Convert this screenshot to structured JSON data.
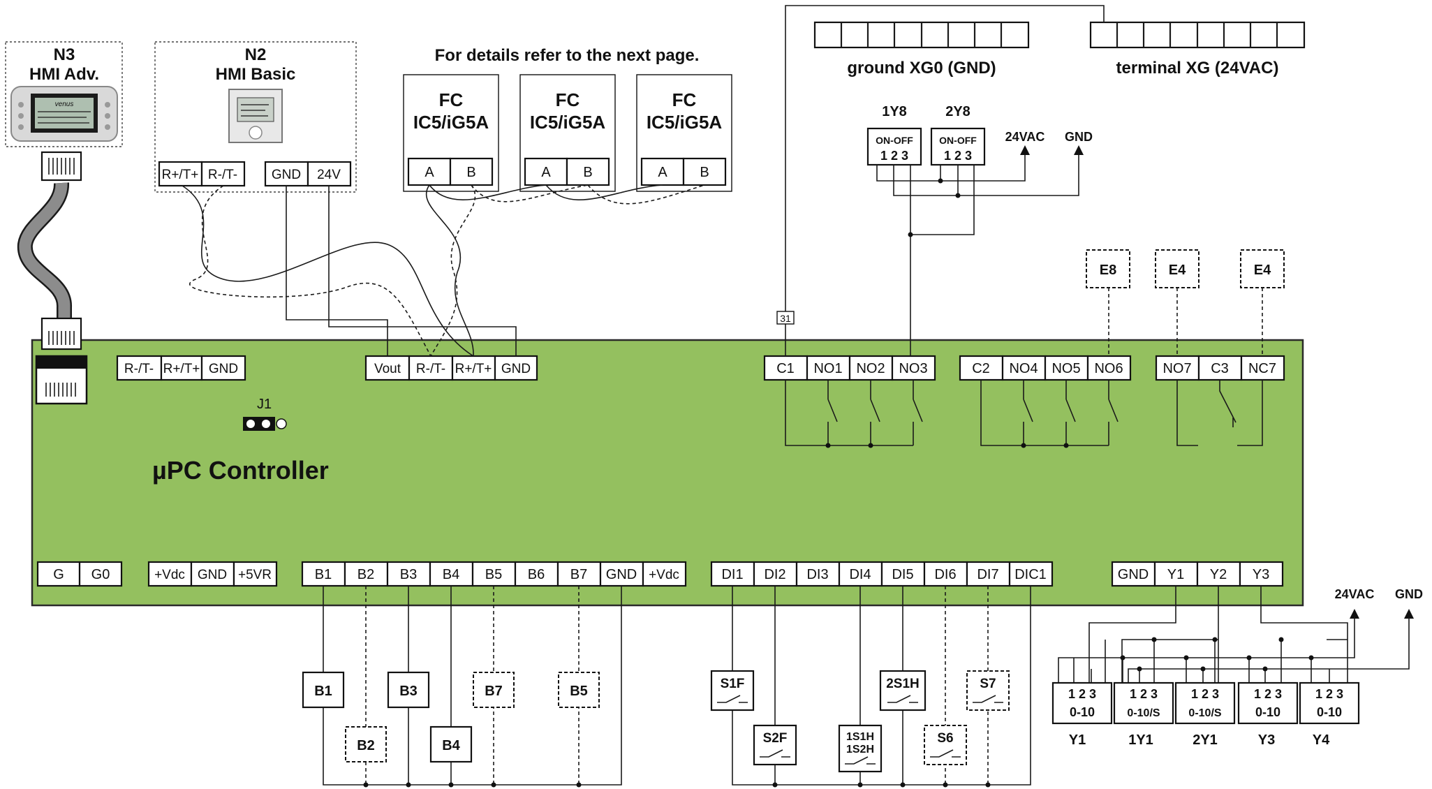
{
  "title_note": "For details refer to the next page.",
  "board": {
    "label": "µPC Controller",
    "bg": "#94c05f",
    "jumper": "J1"
  },
  "hmi_adv": {
    "id": "N3",
    "name": "HMI Adv.",
    "screen_brand": "venus"
  },
  "hmi_basic": {
    "id": "N2",
    "name": "HMI Basic",
    "terminals": [
      "R+/T+",
      "R-/T-",
      "GND",
      "24V"
    ]
  },
  "fc": [
    {
      "line1": "FC",
      "line2": "IC5/iG5A",
      "a": "A",
      "b": "B"
    },
    {
      "line1": "FC",
      "line2": "IC5/iG5A",
      "a": "A",
      "b": "B"
    },
    {
      "line1": "FC",
      "line2": "IC5/iG5A",
      "a": "A",
      "b": "B"
    }
  ],
  "ground_strip": "ground XG0 (GND)",
  "terminal_strip": "terminal XG (24VAC)",
  "wire_marker": "31",
  "onoff_devices": [
    {
      "name": "1Y8",
      "mode": "ON-OFF",
      "pins": "1 2 3"
    },
    {
      "name": "2Y8",
      "mode": "ON-OFF",
      "pins": "1 2 3"
    }
  ],
  "supply_top": {
    "v24": "24VAC",
    "gnd": "GND"
  },
  "supply_right": {
    "v24": "24VAC",
    "gnd": "GND"
  },
  "top_terminals": {
    "bus1": [
      "R-/T-",
      "R+/T+",
      "GND"
    ],
    "bus2": [
      "Vout",
      "R-/T-",
      "R+/T+",
      "GND"
    ],
    "relay1": [
      "C1",
      "NO1",
      "NO2",
      "NO3"
    ],
    "relay2": [
      "C2",
      "NO4",
      "NO5",
      "NO6"
    ],
    "relay3": [
      "NO7",
      "C3",
      "NC7"
    ]
  },
  "bottom_terminals": {
    "power": [
      "G",
      "G0"
    ],
    "supply": [
      "+Vdc",
      "GND",
      "+5VR"
    ],
    "probes": [
      "B1",
      "B2",
      "B3",
      "B4",
      "B5",
      "B6",
      "B7",
      "GND",
      "+Vdc"
    ],
    "digital": [
      "DI1",
      "DI2",
      "DI3",
      "DI4",
      "DI5",
      "DI6",
      "DI7",
      "DIC1"
    ],
    "analog": [
      "GND",
      "Y1",
      "Y2",
      "Y3"
    ]
  },
  "outputs": {
    "e8": "E8",
    "e4a": "E4",
    "e4b": "E4"
  },
  "sensors": {
    "b1": "B1",
    "b2": "B2",
    "b3": "B3",
    "b4": "B4",
    "b7": "B7",
    "b5": "B5"
  },
  "switches": {
    "s1f": "S1F",
    "s2f": "S2F",
    "s1h_a": "1S1H",
    "s1h_b": "1S2H",
    "s2s1h": "2S1H",
    "s6": "S6",
    "s7": "S7"
  },
  "actuators": [
    {
      "pins": "1 2 3",
      "range": "0-10",
      "name": "Y1"
    },
    {
      "pins": "1 2 3",
      "range": "0-10/S",
      "name": "1Y1"
    },
    {
      "pins": "1 2 3",
      "range": "0-10/S",
      "name": "2Y1"
    },
    {
      "pins": "1 2 3",
      "range": "0-10",
      "name": "Y3"
    },
    {
      "pins": "1 2 3",
      "range": "0-10",
      "name": "Y4"
    }
  ]
}
